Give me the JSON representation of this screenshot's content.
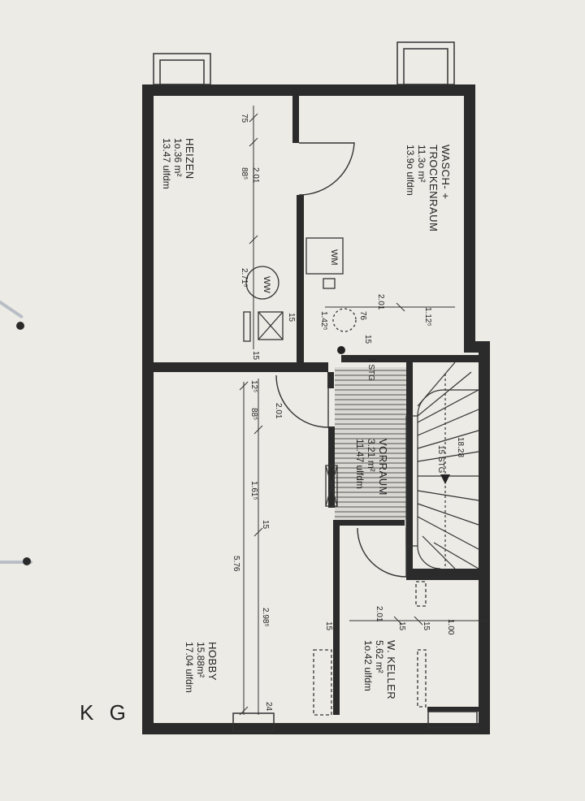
{
  "sheet": {
    "title": "K G"
  },
  "rooms": {
    "heizen": {
      "name": "HEIZEN",
      "area": "1o.36 m²",
      "perimeter": "13.47 ulfdm"
    },
    "wasch": {
      "name1": "WASCH- +",
      "name2": "TROCKENRAUM",
      "area": "11.3o m²",
      "perimeter": "13.9o ulfdm"
    },
    "hobby": {
      "name": "HOBBY",
      "area": "15.88m²",
      "perimeter": "17.04 ulfdm"
    },
    "vorraum": {
      "name": "VORRAUM",
      "area": "3.21 m²",
      "perimeter": "11.47 ulfdm"
    },
    "keller": {
      "name": "W. KELLER",
      "area": "5.62 m²",
      "perimeter": "1o.42 ulfdm"
    }
  },
  "fixtures": {
    "ww": "WW",
    "wm": "WM"
  },
  "stairs": {
    "steps_label": "15 STG",
    "riser_label": "18.28",
    "top_label": "1 STG"
  },
  "dimensions": {
    "d_75": "75",
    "d_88_top": "88⁵",
    "d_201_top": "2.01",
    "d_2715": "2.71⁵",
    "d_15_a": "15",
    "d_15_b": "15",
    "d_76": "76",
    "d_112": "1.12⁵",
    "d_1425": "1.42⁵",
    "d_201_wasch": "2.01",
    "d_15_c": "15",
    "d_125": "12⁵",
    "d_88_mid": "88⁵",
    "d_201_mid": "2.01",
    "d_161": "1.61⁵",
    "d_15_d": "15",
    "d_576": "5.76",
    "d_2985": "2.98⁵",
    "d_24": "24",
    "d_15_e": "15",
    "d_201_keller": "2.01",
    "d_15_f": "15",
    "d_15_g": "15",
    "d_100": "1.00"
  },
  "colors": {
    "wall": "#2b2b2b",
    "paper": "#ecebe6",
    "line": "#333333"
  }
}
